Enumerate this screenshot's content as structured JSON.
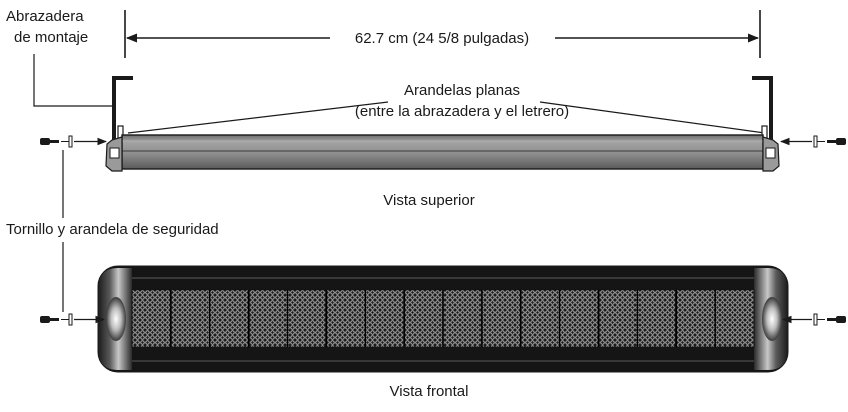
{
  "labels": {
    "bracket_line1": "Abrazadera",
    "bracket_line2": "de montaje",
    "dimension": "62.7 cm (24 5/8 pulgadas)",
    "washers_line1": "Arandelas planas",
    "washers_line2": "(entre la abrazadera y el letrero)",
    "top_view": "Vista superior",
    "screw": "Tornillo y arandela de seguridad",
    "front_view": "Vista frontal"
  },
  "front_panel": {
    "module_count": 16
  },
  "colors": {
    "line": "#1a1a1a",
    "rail_fill": "#8a8a8a",
    "front_frame": "#151515",
    "led_grid": "#d8d8d8"
  }
}
